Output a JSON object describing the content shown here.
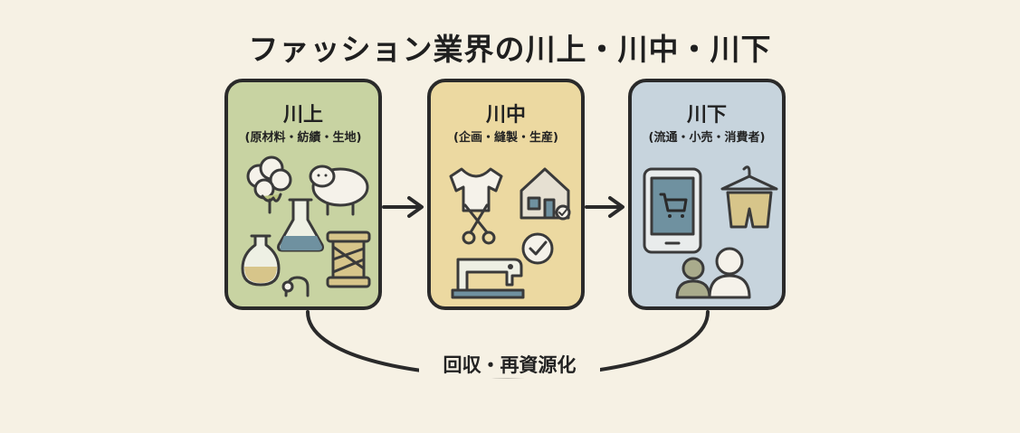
{
  "diagram": {
    "title": "ファッション業界の川上・川中・川下",
    "stages": [
      {
        "id": "upstream",
        "title": "川上",
        "subtitle": "(原材料・紡績・生地)",
        "icons": [
          "cotton-icon",
          "sheep-icon",
          "flask-icon",
          "round-flask-icon",
          "thread-spool-icon",
          "pipette-icon"
        ]
      },
      {
        "id": "midstream",
        "title": "川中",
        "subtitle": "(企画・縫製・生産)",
        "icons": [
          "tshirt-icon",
          "factory-icon",
          "scissors-icon",
          "checkmark-icon",
          "sewing-machine-icon"
        ]
      },
      {
        "id": "downstream",
        "title": "川下",
        "subtitle": "(流通・小売・消費者)",
        "icons": [
          "smartphone-cart-icon",
          "hanger-clothes-icon",
          "consumers-icon"
        ]
      }
    ],
    "loop_label": "回収・再資源化",
    "colors": {
      "background": "#f6f1e4",
      "upstream": "#c8d3a2",
      "midstream": "#ecd9a1",
      "downstream": "#c7d4dd",
      "outline": "#2a2a2a"
    }
  }
}
